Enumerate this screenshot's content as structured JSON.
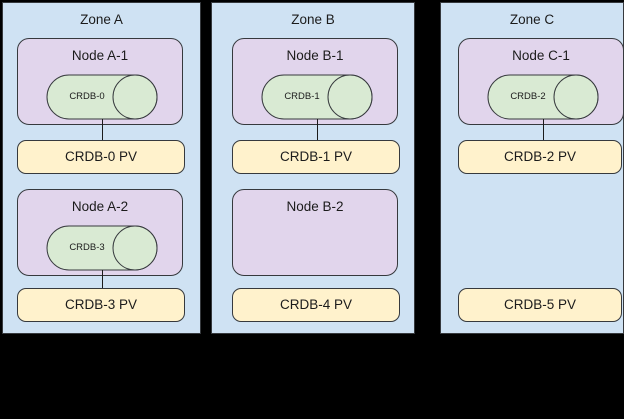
{
  "diagram": {
    "type": "deployment-topology",
    "background_color": "#000000",
    "colors": {
      "zone_fill": "#cfe2f3",
      "node_fill": "#e1d5ec",
      "database_fill": "#d9ead3",
      "volume_fill": "#fff2cc",
      "stroke": "#36393d",
      "text": "#1b1b1b"
    },
    "zones": [
      {
        "id": "zone-a",
        "title": "Zone A",
        "nodes": [
          {
            "id": "node-a-1",
            "title": "Node A-1",
            "database": {
              "id": "crdb-0",
              "label": "CRDB-0"
            },
            "connected": true
          },
          {
            "id": "node-a-2",
            "title": "Node A-2",
            "database": {
              "id": "crdb-3",
              "label": "CRDB-3"
            },
            "connected": true
          }
        ],
        "volumes": [
          {
            "id": "crdb-0-pv",
            "label": "CRDB-0 PV"
          },
          {
            "id": "crdb-3-pv",
            "label": "CRDB-3 PV"
          }
        ]
      },
      {
        "id": "zone-b",
        "title": "Zone B",
        "nodes": [
          {
            "id": "node-b-1",
            "title": "Node B-1",
            "database": {
              "id": "crdb-1",
              "label": "CRDB-1"
            },
            "connected": true
          },
          {
            "id": "node-b-2",
            "title": "Node B-2",
            "database": null,
            "connected": false
          }
        ],
        "volumes": [
          {
            "id": "crdb-1-pv",
            "label": "CRDB-1 PV"
          },
          {
            "id": "crdb-4-pv",
            "label": "CRDB-4 PV"
          }
        ]
      },
      {
        "id": "zone-c",
        "title": "Zone C",
        "nodes": [
          {
            "id": "node-c-1",
            "title": "Node C-1",
            "database": {
              "id": "crdb-2",
              "label": "CRDB-2"
            },
            "connected": true
          }
        ],
        "volumes": [
          {
            "id": "crdb-2-pv",
            "label": "CRDB-2 PV"
          },
          {
            "id": "crdb-5-pv",
            "label": "CRDB-5 PV"
          }
        ]
      }
    ]
  }
}
